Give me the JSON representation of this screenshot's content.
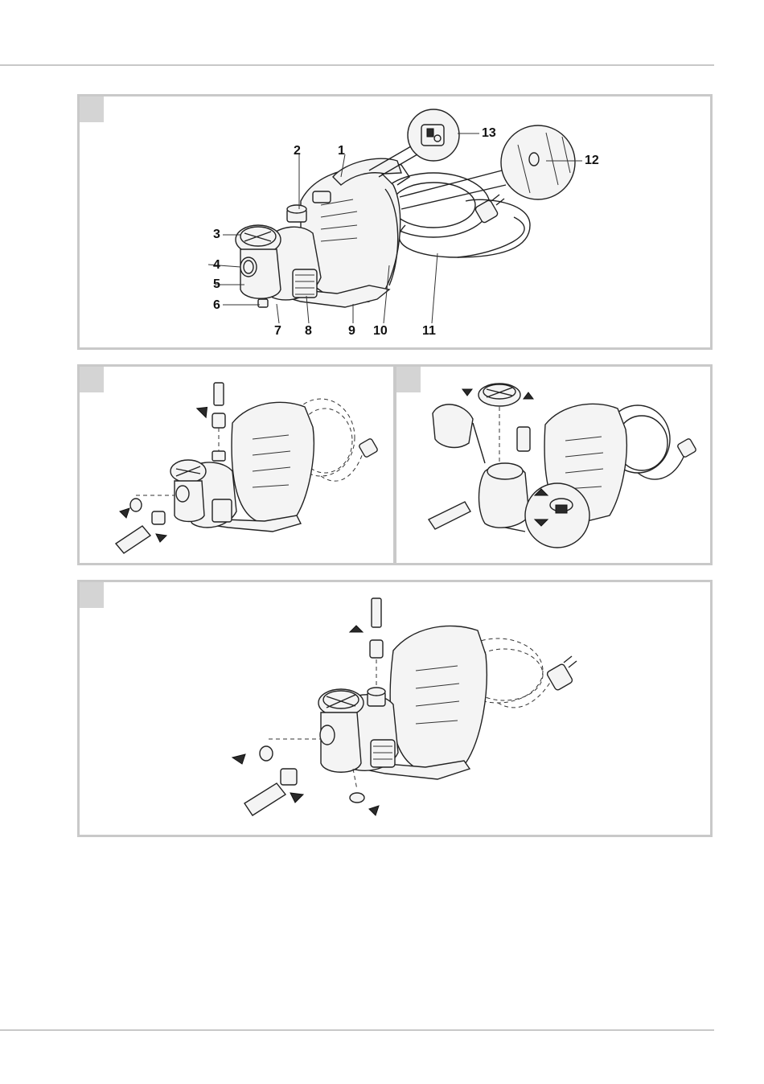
{
  "figure1": {
    "callouts": [
      "1",
      "2",
      "3",
      "4",
      "5",
      "6",
      "7",
      "8",
      "9",
      "10",
      "11",
      "12",
      "13"
    ]
  },
  "colors": {
    "panel_border": "#c9c9c9",
    "panel_tab": "#d4d4d4",
    "rule": "#c8c8c8",
    "line_art": "#222222"
  }
}
